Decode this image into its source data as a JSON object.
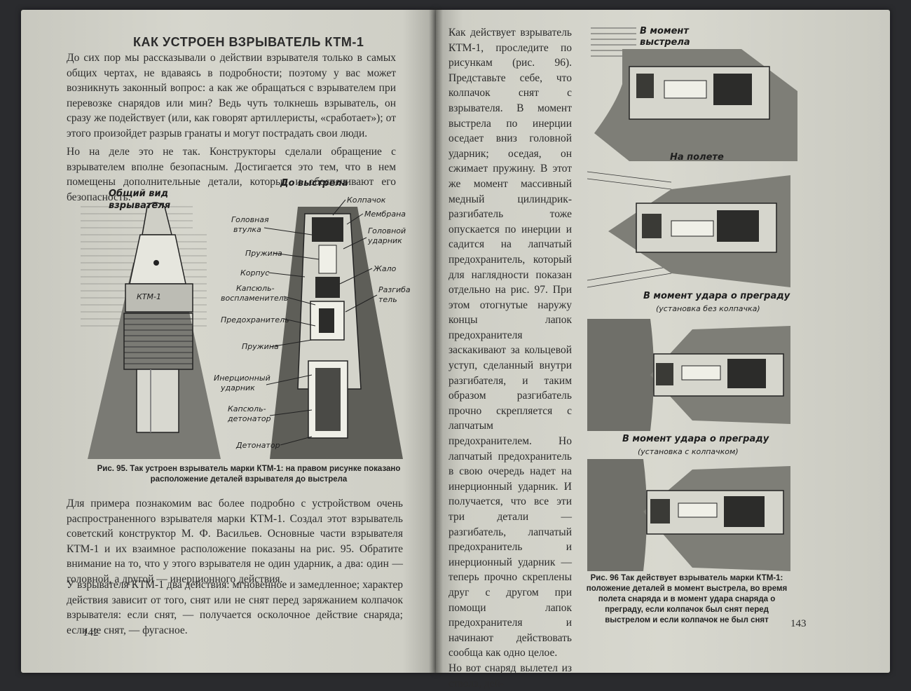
{
  "left_page": {
    "title": "КАК УСТРОЕН ВЗРЫВАТЕЛЬ КТМ-1",
    "para1": "До сих пор мы рассказывали о действии взрывателя только в самых общих чертах, не вдаваясь в подробности; поэтому у вас может возникнуть законный вопрос: а как же обращаться с взрывателем при перевозке снарядов или мин? Ведь чуть толкнешь взрыватель, он сразу же подействует (или, как говорят артиллеристы, «сработает»); от этого произойдет разрыв гранаты и могут пострадать свои люди.",
    "para2": "Но на деле это не так. Конструкторы сделали обращение с взрывателем вполне безопасным. Достигается это тем, что в нем помещены дополнительные детали, которые и обеспечивают его безопасность.",
    "figure95": {
      "heading_left_1": "Общий вид",
      "heading_left_2": "взрывателя",
      "heading_right": "До выстрела",
      "body_mark": "КТМ-1",
      "labels_right": [
        "Колпачок",
        "Мембрана",
        "Головной",
        "ударник",
        "Жало",
        "Разгиба-",
        "тель"
      ],
      "labels_left": [
        "Головная",
        "втулка",
        "Пружина",
        "Корпус",
        "Капсюль-",
        "воспламенитель",
        "Предохранитель",
        "Пружина",
        "Инерционный",
        "ударник",
        "Капсюль-",
        "детонатор",
        "Детонатор"
      ]
    },
    "caption95": "Рис. 95. Так устроен взрыватель марки КТМ-1: на правом рисунке показано расположение деталей взрывателя до выстрела",
    "para3": "Для примера познакомим вас более подробно с устройством очень распространенного взрывателя марки КТМ-1. Создал этот взрыватель советский конструктор М. Ф. Васильев. Основные части взрывателя КТМ-1 и их взаимное расположение показаны на рис. 95. Обратите внимание на то, что у этого взрывателя не один ударник, а два: один — головной, а другой — инерционного действия.",
    "para4": "У взрывателя КТМ-1 два действия: мгновенное и замедленное; характер действия зависит от того, снят или не снят перед заряжанием колпачок взрывателя: если снят, — получается осколочное действие снаряда; если не снят, — фугасное.",
    "page_number": "142"
  },
  "right_page": {
    "column_text": "Как действует взрыватель КТМ-1, проследите по рисункам (рис. 96). Представьте себе, что колпачок снят с взрывателя. В момент выстрела по инерции оседает вниз головной ударник; оседая, он сжимает пружину. В этот же момент массивный медный цилиндрик-разгибатель тоже опускается по инерции и садится на лапчатый предохранитель, который для наглядности показан отдельно на рис. 97. При этом отогнутые наружу концы лапок предохранителя заскакивают за кольцевой уступ, сделанный внутри разгибателя, и таким образом разгибатель прочно скрепляется с лапчатым предохранителем. Но лапчатый предохранитель в свою очередь надет на инерционный ударник. И получается, что все эти три детали — разгибатель, лапчатый предохранитель и инерционный ударник — теперь прочно скреплены друг с другом при помощи лапок предохранителя и начинают действовать сообща как одно целое.",
    "column_tail": "Но вот снаряд вылетел из ствола, дей-",
    "figure96": {
      "panel1_line1": "В момент",
      "panel1_line2": "выстрела",
      "panel2": "На полете",
      "panel3_title": "В момент удара о преграду",
      "panel3_sub": "(установка без колпачка)",
      "panel4_title": "В момент удара о преграду",
      "panel4_sub": "(установка с колпачком)"
    },
    "caption96": "Рис. 96 Так действует взрыватель марки КТМ-1: положение деталей в момент выстрела, во время полета снаряда и в момент удара снаряда о преграду, если колпачок был снят перед выстрелом и если колпачок не был снят",
    "page_number": "143"
  }
}
